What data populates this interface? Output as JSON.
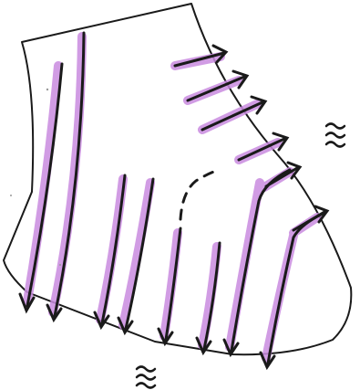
{
  "diagram": {
    "description_hidden": "",
    "colors": {
      "background": "#ffffff",
      "ink": "#1a1a1a",
      "highlight": "#c98be0"
    },
    "symbols": [
      {
        "name": "wavy-lines-icon-right"
      },
      {
        "name": "wavy-lines-icon-bottom"
      }
    ],
    "arrows": [
      {
        "name": "arrow-down-1"
      },
      {
        "name": "arrow-down-2"
      },
      {
        "name": "arrow-down-3"
      },
      {
        "name": "arrow-down-4"
      },
      {
        "name": "arrow-down-5"
      },
      {
        "name": "arrow-down-6"
      },
      {
        "name": "arrow-down-7"
      },
      {
        "name": "arrow-down-8"
      },
      {
        "name": "arrow-right-1"
      },
      {
        "name": "arrow-right-2"
      },
      {
        "name": "arrow-right-3"
      },
      {
        "name": "arrow-right-4"
      },
      {
        "name": "arrow-right-5"
      },
      {
        "name": "arrow-right-6"
      }
    ]
  }
}
